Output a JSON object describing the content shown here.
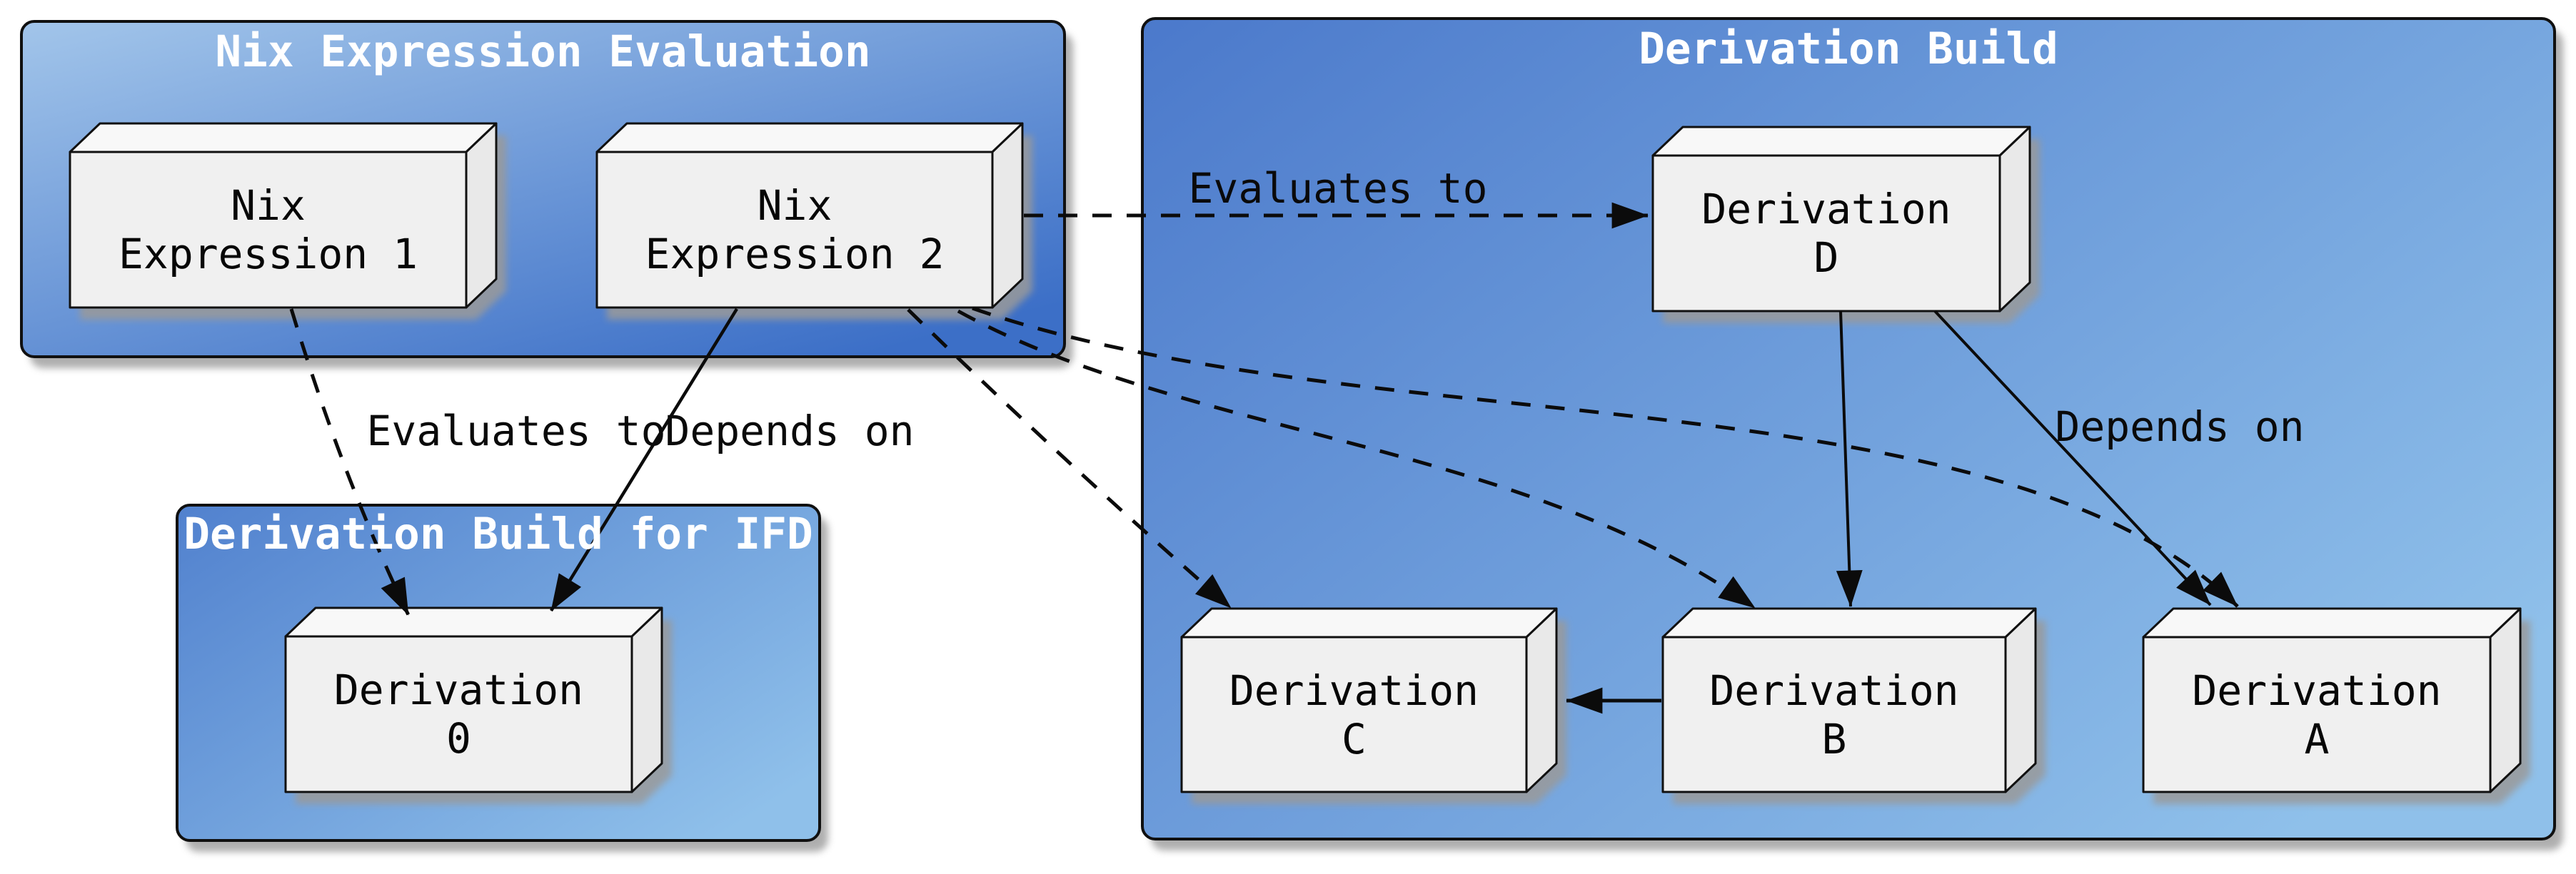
{
  "diagram": {
    "containers": [
      {
        "id": "nix-expression-evaluation",
        "title": "Nix Expression Evaluation"
      },
      {
        "id": "derivation-build",
        "title": "Derivation Build"
      },
      {
        "id": "derivation-build-for-ifd",
        "title": "Derivation Build for IFD"
      }
    ],
    "nodes": [
      {
        "id": "nix-expression-1",
        "line1": "Nix",
        "line2": "Expression 1"
      },
      {
        "id": "nix-expression-2",
        "line1": "Nix",
        "line2": "Expression 2"
      },
      {
        "id": "derivation-d",
        "line1": "Derivation",
        "line2": "D"
      },
      {
        "id": "derivation-c",
        "line1": "Derivation",
        "line2": "C"
      },
      {
        "id": "derivation-b",
        "line1": "Derivation",
        "line2": "B"
      },
      {
        "id": "derivation-a",
        "line1": "Derivation",
        "line2": "A"
      },
      {
        "id": "derivation-0",
        "line1": "Derivation",
        "line2": "0"
      }
    ],
    "edge_labels": {
      "evaluates_to_left": "Evaluates to",
      "depends_on_left": "Depends on",
      "evaluates_to_right": "Evaluates to",
      "depends_on_right": "Depends on"
    },
    "edges": [
      {
        "from": "Nix Expression 1",
        "to": "Derivation 0",
        "style": "dashed",
        "label": "Evaluates to"
      },
      {
        "from": "Nix Expression 2",
        "to": "Derivation 0",
        "style": "solid",
        "label": "Depends on"
      },
      {
        "from": "Nix Expression 2",
        "to": "Derivation D",
        "style": "dashed",
        "label": "Evaluates to"
      },
      {
        "from": "Nix Expression 2",
        "to": "Derivation C",
        "style": "dashed",
        "label": ""
      },
      {
        "from": "Nix Expression 2",
        "to": "Derivation B",
        "style": "dashed",
        "label": ""
      },
      {
        "from": "Nix Expression 2",
        "to": "Derivation A",
        "style": "dashed",
        "label": ""
      },
      {
        "from": "Derivation D",
        "to": "Derivation B",
        "style": "solid",
        "label": ""
      },
      {
        "from": "Derivation D",
        "to": "Derivation A",
        "style": "solid",
        "label": "Depends on"
      },
      {
        "from": "Derivation B",
        "to": "Derivation C",
        "style": "solid",
        "label": ""
      }
    ],
    "colors": {
      "background": "#ffffff",
      "container_border": "#101010",
      "box1_gradient_from": "#a2c5ea",
      "box1_gradient_to": "#3c6fc7",
      "box2_gradient_from": "#4b79cb",
      "box2_gradient_to": "#8fc0ea",
      "box3_gradient_from": "#5181ce",
      "box3_gradient_to": "#8fc0ea",
      "title_text": "#ffffff",
      "node_front": "#f0f0f0",
      "node_top": "#f8f8f8",
      "node_side": "#e9e9e9",
      "node_border": "#111111",
      "node_text": "#060606",
      "edge_color": "#0b0b0b",
      "shadow": "#999999"
    }
  }
}
